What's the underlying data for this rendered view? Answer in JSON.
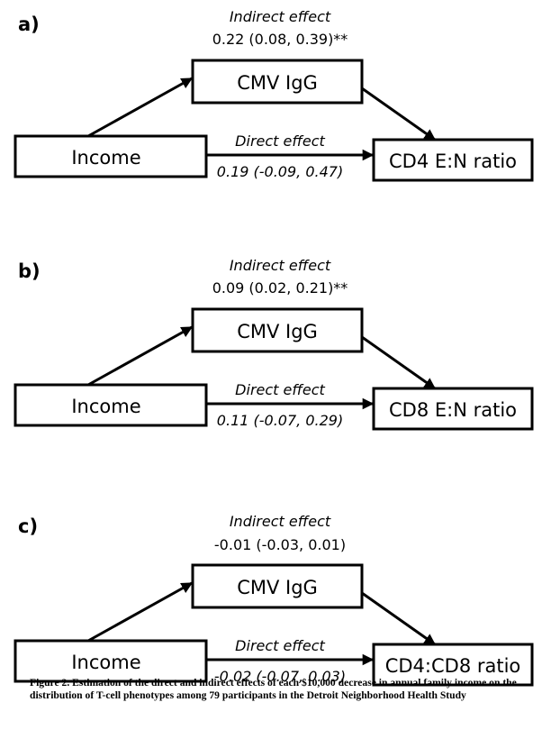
{
  "panels": [
    {
      "label": "a)",
      "indirect_title": "Indirect effect",
      "indirect_value": "0.22 (0.08, 0.39)**",
      "mediator": "CMV IgG",
      "exposure": "Income",
      "direct_title": "Direct effect",
      "direct_value": "0.19 (-0.09, 0.47)",
      "outcome": "CD4 E:N ratio"
    },
    {
      "label": "b)",
      "indirect_title": "Indirect effect",
      "indirect_value": "0.09 (0.02, 0.21)**",
      "mediator": "CMV IgG",
      "exposure": "Income",
      "direct_title": "Direct effect",
      "direct_value": "0.11 (-0.07, 0.29)",
      "outcome": "CD8 E:N ratio"
    },
    {
      "label": "c)",
      "indirect_title": "Indirect effect",
      "indirect_value": "-0.01 (-0.03, 0.01)",
      "mediator": "CMV IgG",
      "exposure": "Income",
      "direct_title": "Direct effect",
      "direct_value": "-0.02 (-0.07, 0.03)",
      "outcome": "CD4:CD8 ratio"
    }
  ],
  "caption": "Figure 2. Estimation of the direct and indirect effects of each $10,000 decrease in annual family income on the distribution of T-cell phenotypes among 79 participants in the Detroit Neighborhood Health Study"
}
